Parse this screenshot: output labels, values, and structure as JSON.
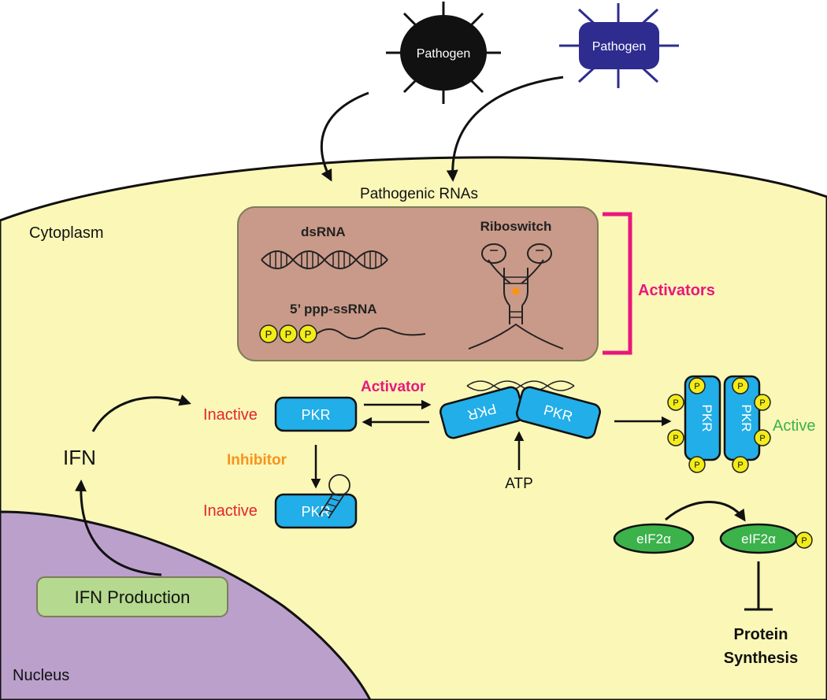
{
  "pathogens": {
    "left": "Pathogen",
    "right": "Pathogen"
  },
  "regions": {
    "cytoplasm": "Cytoplasm",
    "nucleus": "Nucleus"
  },
  "pathogenic_rnas": {
    "title": "Pathogenic RNAs",
    "dsrna": "dsRNA",
    "riboswitch": "Riboswitch",
    "ssrna": "5’ ppp-ssRNA",
    "phosphate": "P"
  },
  "activators_label": "Activators",
  "pkr": {
    "name": "PKR",
    "inactive_top": "Inactive",
    "inactive_bottom": "Inactive",
    "activator_label": "Activator",
    "inhibitor_label": "Inhibitor",
    "atp": "ATP",
    "active": "Active"
  },
  "ifn": {
    "label": "IFN",
    "production": "IFN Production"
  },
  "eif2": {
    "left": "eIF2α",
    "right": "eIF2α"
  },
  "protein_synthesis": {
    "line1": "Protein",
    "line2": "Synthesis"
  },
  "colors": {
    "cytoplasm": "#fbf7b7",
    "nucleus": "#bba0cc",
    "rna_box": "#c99a89",
    "pkr": "#22aee8",
    "phosphate": "#f3ec19",
    "eif2": "#3cb24a",
    "ifn_box": "#b4d98f",
    "activator_magenta": "#e8177d",
    "inhibitor_orange": "#f7941d",
    "inactive_red": "#e2262b",
    "active_green": "#3cb24a",
    "pathogen_blue": "#2e2c8f"
  }
}
